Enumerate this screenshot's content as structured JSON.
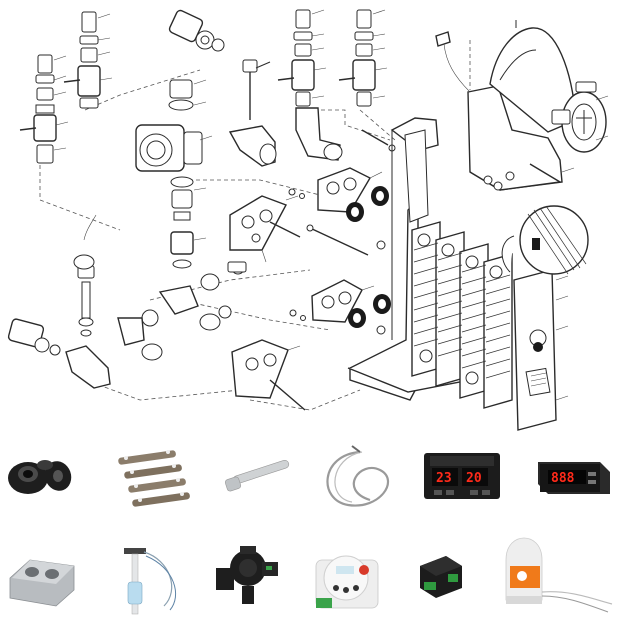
{
  "diagram": {
    "exploded_view": {
      "components": [
        "valve-assembly-left",
        "valve-assembly-top",
        "circulation-pump",
        "gasket-flanges",
        "plate-heat-exchanger",
        "frame-stand",
        "boiler-housing",
        "sensor-probe",
        "union-fittings"
      ]
    },
    "spare_parts": [
      {
        "id": "rubber-bushings",
        "icon": "bushing-icon"
      },
      {
        "id": "gasket-strips",
        "icon": "gasket-strip-icon"
      },
      {
        "id": "anchor-rod",
        "icon": "rod-icon"
      },
      {
        "id": "sensor-cable",
        "icon": "cable-icon"
      },
      {
        "id": "digital-controller-1",
        "icon": "controller-icon",
        "display_left": "23",
        "display_right": "20"
      },
      {
        "id": "digital-controller-2",
        "icon": "controller-icon",
        "display": "888"
      },
      {
        "id": "end-plate",
        "icon": "end-plate-icon"
      },
      {
        "id": "float-switch",
        "icon": "float-switch-icon"
      },
      {
        "id": "circulation-pump-part",
        "icon": "pump-icon"
      },
      {
        "id": "round-controller",
        "icon": "round-controller-icon"
      },
      {
        "id": "relay-module",
        "icon": "relay-icon"
      },
      {
        "id": "thermostat-dome",
        "icon": "thermostat-icon"
      }
    ],
    "colors": {
      "line": "#2b2b2b",
      "display_red": "#ff2a1a",
      "controller_body": "#1c1c1c",
      "orange_accent": "#f07a1a",
      "grey_plate": "#b8bcc0",
      "pump_green": "#3aa34a"
    }
  }
}
